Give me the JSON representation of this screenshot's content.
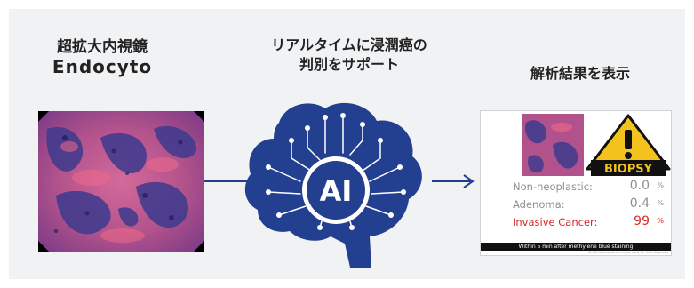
{
  "endoscope": {
    "title_line1": "超拡大内視鏡",
    "title_line2": "Endocyto"
  },
  "ai": {
    "title_line1": "リアルタイムに浸潤癌の",
    "title_line2": "判別をサポート",
    "badge": "AI"
  },
  "result": {
    "title": "解析結果を表示",
    "warning_label": "BIOPSY",
    "rows": [
      {
        "label": "Non-neoplastic:",
        "value": "0.0",
        "unit": "%"
      },
      {
        "label": "Adenoma:",
        "value": "0.4",
        "unit": "%"
      },
      {
        "label": "Invasive Cancer:",
        "value": "99",
        "unit": "%"
      }
    ],
    "footer": "Within 5 min after methylene blue staining",
    "disclaimer": "AI / Endoscopists are responsible for final diagnosis"
  },
  "colors": {
    "brain_blue": "#233f8f",
    "brain_lines": "#ffffff",
    "warning_yellow": "#f4c21d",
    "warning_label_bg": "#111111",
    "highlight_red": "#d32a28",
    "muted_gray": "#8c9094"
  }
}
